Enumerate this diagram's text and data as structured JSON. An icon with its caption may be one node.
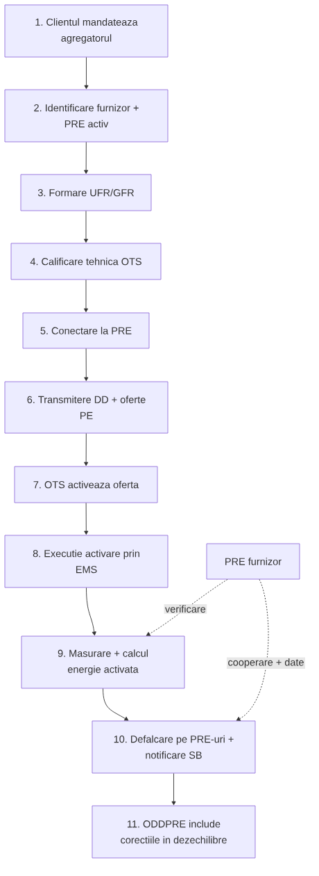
{
  "diagram": {
    "nodes": [
      {
        "text": [
          "1. Clientul mandateaza agregatorul"
        ]
      },
      {
        "text": [
          "2. Identificare furnizor + PRE activ"
        ]
      },
      {
        "text": [
          "3. Formare UFR/GFR"
        ]
      },
      {
        "text": [
          "4. Calificare tehnica OTS"
        ]
      },
      {
        "text": [
          "5. Conectare la PRE"
        ]
      },
      {
        "text": [
          "6. Transmitere DD + oferte PE"
        ]
      },
      {
        "text": [
          "7. OTS activeaza oferta"
        ]
      },
      {
        "text": [
          "8. Executie activare prin EMS"
        ]
      },
      {
        "text": [
          "PRE furnizor"
        ]
      },
      {
        "text": [
          "9. Masurare + calcul energie activata"
        ]
      },
      {
        "text": [
          "10. Defalcare pe PRE-uri + notificare SB"
        ]
      },
      {
        "text": [
          "11. ODDPRE include corectiile in dezechilibre"
        ]
      }
    ],
    "edges": [
      {
        "from": 0,
        "to": 1,
        "arrow": "to"
      },
      {
        "from": 1,
        "to": 2,
        "arrow": "to"
      },
      {
        "from": 2,
        "to": 3,
        "arrow": "to"
      },
      {
        "from": 3,
        "to": 4,
        "arrow": "to"
      },
      {
        "from": 4,
        "to": 5,
        "arrow": "to"
      },
      {
        "from": 5,
        "to": 6,
        "arrow": "to"
      },
      {
        "from": 6,
        "to": 7,
        "arrow": "to"
      },
      {
        "from": 7,
        "to": 9,
        "arrow": "to"
      },
      {
        "from": 8,
        "to": 9,
        "arrow": "to",
        "label": "verificare",
        "style": "dashed"
      },
      {
        "from": 9,
        "to": 10,
        "arrow": "to"
      },
      {
        "from": 8,
        "to": 10,
        "arrow": "to",
        "label": "cooperare + date",
        "style": "dashed"
      },
      {
        "from": 10,
        "to": 11,
        "arrow": "to"
      }
    ]
  }
}
